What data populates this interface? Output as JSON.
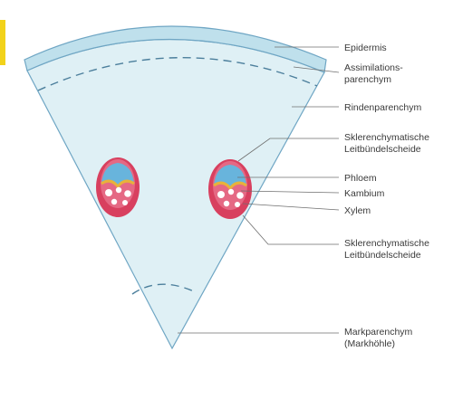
{
  "labels": {
    "epidermis": "Epidermis",
    "assimilation_1": "Assimilations-",
    "assimilation_2": "parenchym",
    "rinden": "Rindenparenchym",
    "sklero_top_1": "Sklerenchymatische",
    "sklero_top_2": "Leitbündelscheide",
    "phloem": "Phloem",
    "kambium": "Kambium",
    "xylem": "Xylem",
    "sklero_bottom_1": "Sklerenchymatische",
    "sklero_bottom_2": "Leitbündelscheide",
    "mark_1": "Markparenchym",
    "mark_2": "(Markhöhle)"
  },
  "colors": {
    "tissue_fill": "#dff0f5",
    "epidermis_fill": "#bfe0ec",
    "outline": "#6fa6c4",
    "sclerenchyma": "#d8405f",
    "sclerenchyma_light": "#f08aa2",
    "phloem": "#68b4dc",
    "cambium": "#e8b23a",
    "xylem_vessel": "#ffffff",
    "edge_mark": "#f2d21a"
  }
}
